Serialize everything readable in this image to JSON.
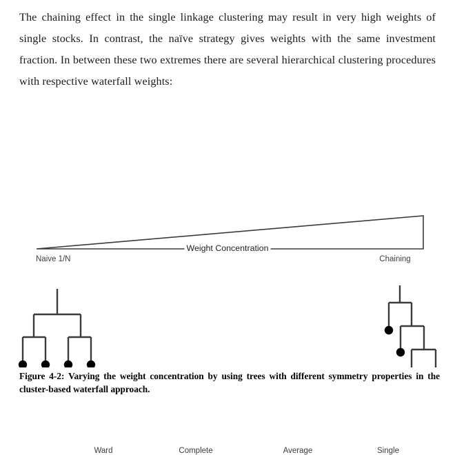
{
  "document": {
    "paragraph": "The chaining effect in the single linkage clustering may result in very high weights of single stocks. In contrast, the naïve strategy gives weights with the same investment fraction. In between these two extremes there are several hierarchical clustering procedures with respective waterfall weights:",
    "caption": "Figure 4-2: Varying the weight concentration by using trees with different symmetry properties in the cluster-based waterfall approach."
  },
  "figure": {
    "wedge": {
      "axis_label": "Weight Concentration",
      "left_endpoint_label": "Naive 1/N",
      "right_endpoint_label": "Chaining"
    },
    "method_labels": [
      {
        "label": "Ward"
      },
      {
        "label": "Complete"
      },
      {
        "label": "Average"
      },
      {
        "label": "Single"
      }
    ],
    "colors": {
      "stroke": "#3a3a3a",
      "fill_none": "none",
      "node": "#000000",
      "arrow": "#000000"
    }
  }
}
